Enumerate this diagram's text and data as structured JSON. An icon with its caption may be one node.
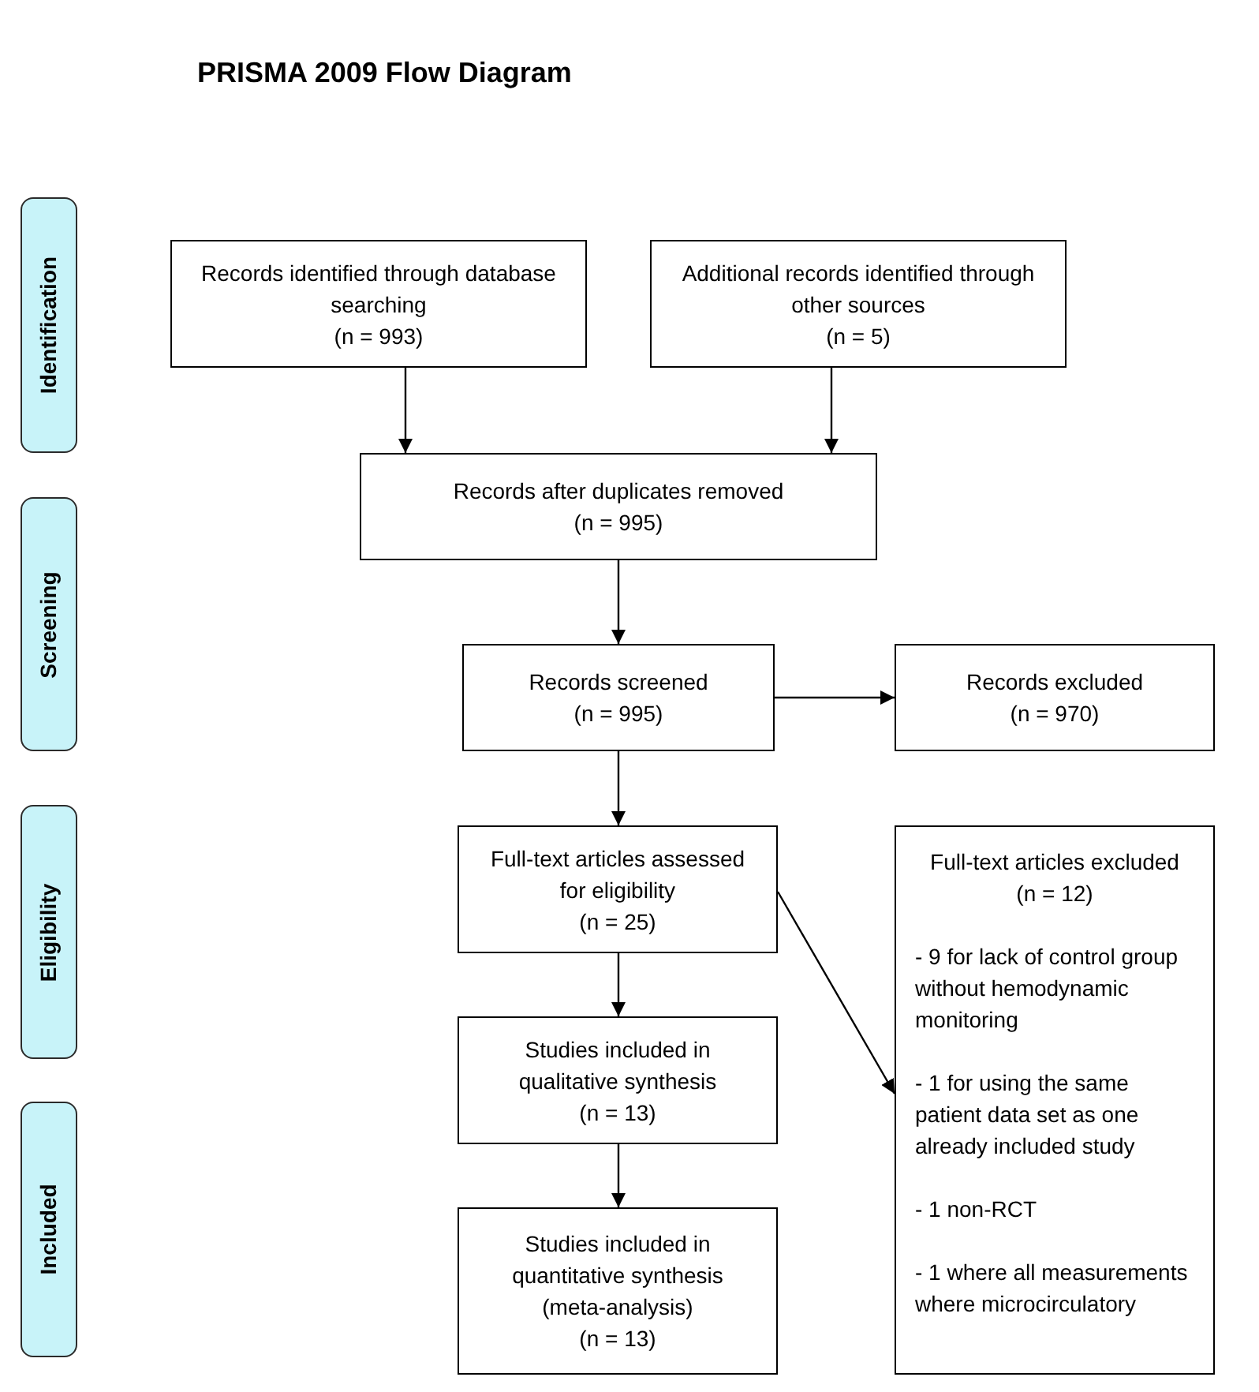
{
  "diagram": {
    "title": "PRISMA 2009 Flow Diagram",
    "nodes": [
      {
        "text": [
          "Identification"
        ]
      },
      {
        "text": [
          "Screening"
        ]
      },
      {
        "text": [
          "Eligibility"
        ]
      },
      {
        "text": [
          "Included"
        ]
      },
      {
        "text": [
          "Records identified through database searching",
          "(n = 993)"
        ]
      },
      {
        "text": [
          "Additional records identified through other sources",
          "(n = 5)"
        ]
      },
      {
        "text": [
          "Records after duplicates removed",
          "(n = 995)"
        ]
      },
      {
        "text": [
          "Records screened",
          "(n = 995)"
        ]
      },
      {
        "text": [
          "Records excluded",
          "(n = 970)"
        ]
      },
      {
        "text": [
          "Full-text articles assessed for eligibility",
          "(n = 25)"
        ]
      },
      {
        "text": [
          "Full-text articles excluded",
          "(n = 12)",
          "- 9 for lack of control group without hemodynamic monitoring",
          "- 1 for using the same patient data set as one already included study",
          "- 1 non-RCT",
          "- 1 where all measurements where microcirculatory"
        ]
      },
      {
        "text": [
          "Studies included in qualitative synthesis",
          "(n = 13)"
        ]
      },
      {
        "text": [
          "Studies included in quantitative synthesis (meta-analysis)",
          "(n = 13)"
        ]
      }
    ],
    "edges": [
      {
        "from": 4,
        "to": 6,
        "arrow": "to"
      },
      {
        "from": 5,
        "to": 6,
        "arrow": "to"
      },
      {
        "from": 6,
        "to": 7,
        "arrow": "to"
      },
      {
        "from": 7,
        "to": 8,
        "arrow": "to"
      },
      {
        "from": 7,
        "to": 9,
        "arrow": "to"
      },
      {
        "from": 9,
        "to": 10,
        "arrow": "to"
      },
      {
        "from": 9,
        "to": 11,
        "arrow": "to"
      },
      {
        "from": 11,
        "to": 12,
        "arrow": "to"
      }
    ]
  }
}
